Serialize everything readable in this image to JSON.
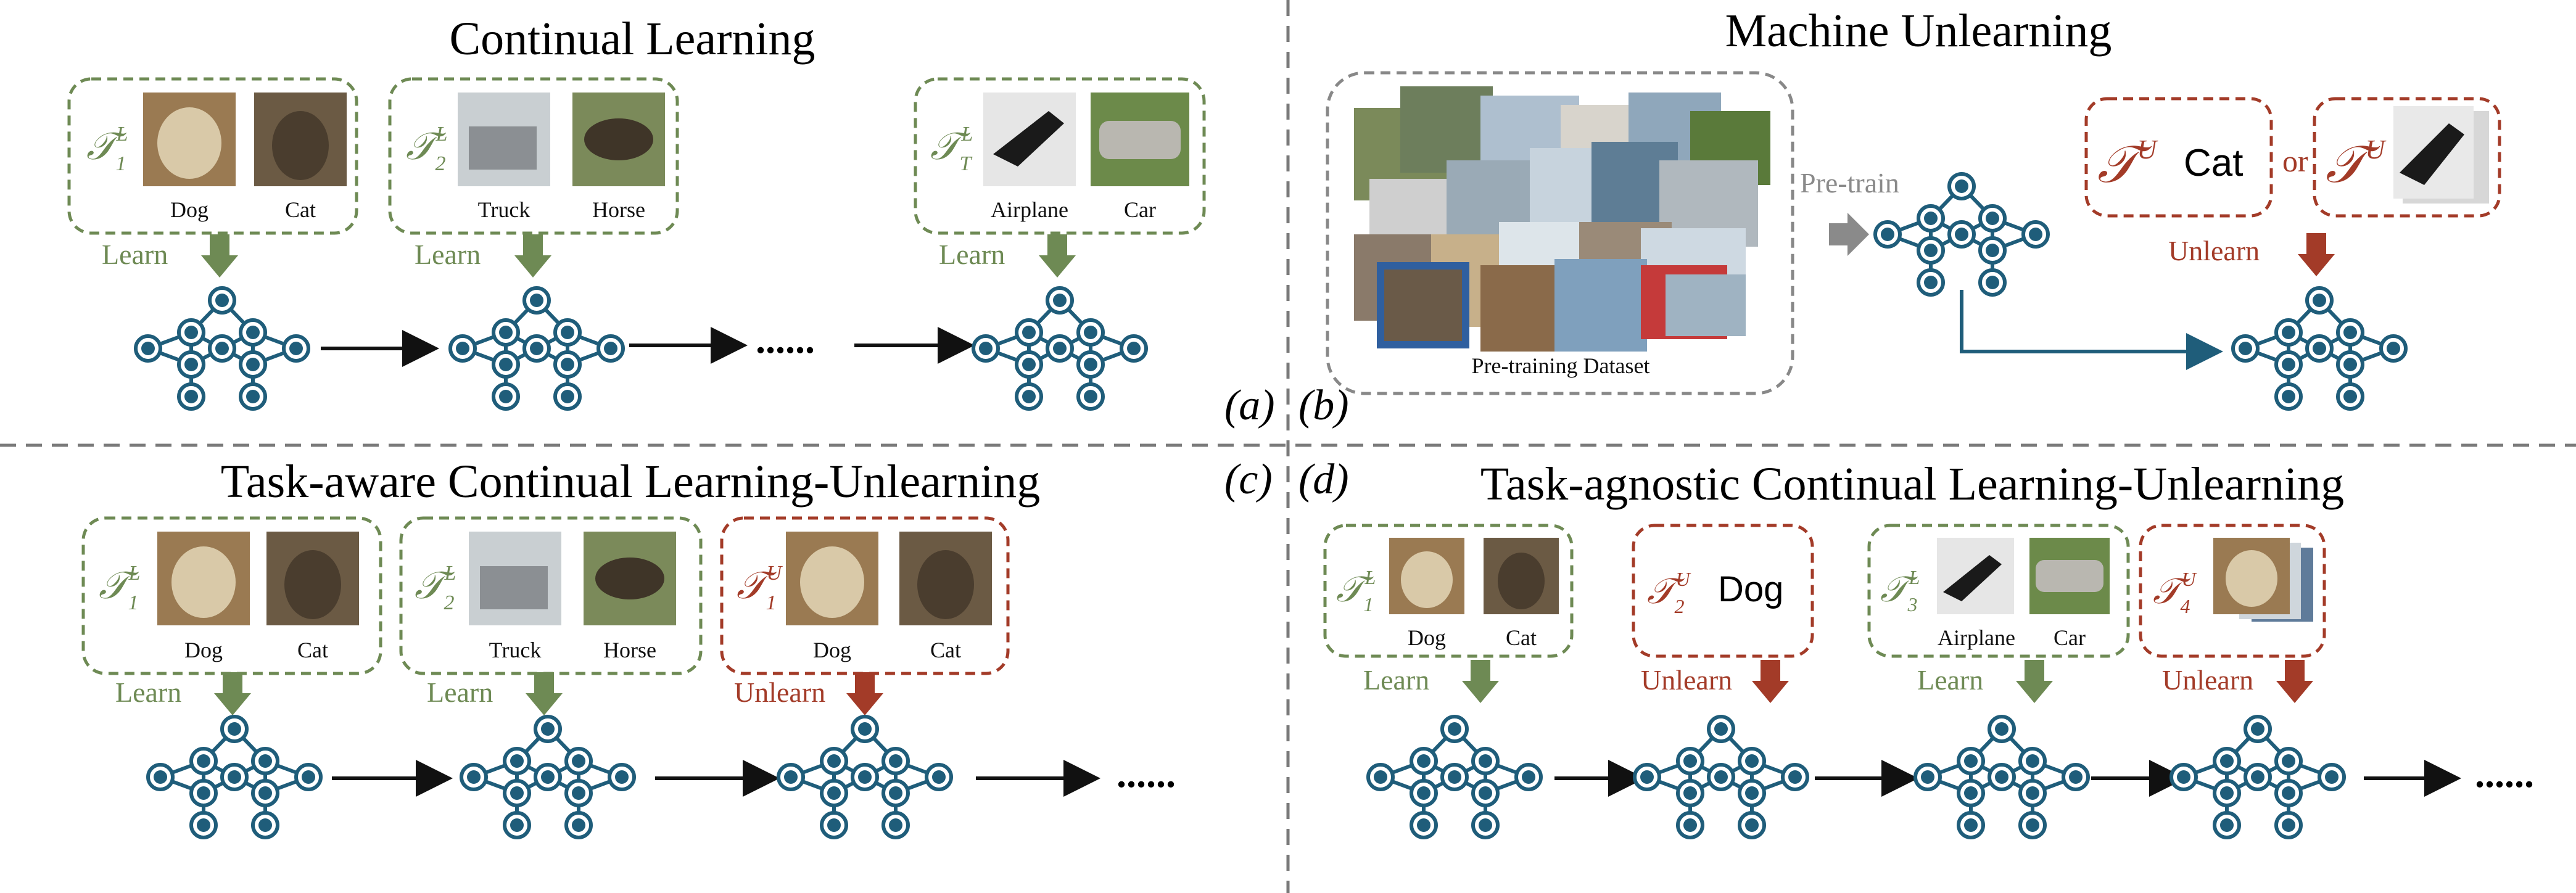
{
  "colors": {
    "learn": "#6e8a54",
    "unlearn": "#a33b28",
    "network": "#1f5d7a",
    "divider": "#7a7a7a",
    "pretrain_arrow": "#8a8a8a"
  },
  "panels": {
    "a": {
      "title": "Continual Learning",
      "tag": "(a)",
      "tasks": [
        {
          "sym": "𝒯",
          "sub": "1",
          "sup": "L",
          "items": [
            "Dog",
            "Cat"
          ]
        },
        {
          "sym": "𝒯",
          "sub": "2",
          "sup": "L",
          "items": [
            "Truck",
            "Horse"
          ]
        },
        {
          "sym": "𝒯",
          "sub": "T",
          "sup": "L",
          "items": [
            "Airplane",
            "Car"
          ]
        }
      ],
      "action": "Learn",
      "ellipsis": "......"
    },
    "b": {
      "title": "Machine Unlearning",
      "tag": "(b)",
      "dataset_caption": "Pre-training Dataset",
      "pretrain_label": "Pre-train",
      "forget_sym": "𝒯",
      "forget_sup": "U",
      "forget_word": "Cat",
      "or_label": "or",
      "action": "Unlearn"
    },
    "c": {
      "title": "Task-aware Continual Learning-Unlearning",
      "tag": "(c)",
      "tasks": [
        {
          "sym": "𝒯",
          "sub": "1",
          "sup": "L",
          "items": [
            "Dog",
            "Cat"
          ],
          "action": "Learn"
        },
        {
          "sym": "𝒯",
          "sub": "2",
          "sup": "L",
          "items": [
            "Truck",
            "Horse"
          ],
          "action": "Learn"
        },
        {
          "sym": "𝒯",
          "sub": "1",
          "sup": "U",
          "items": [
            "Dog",
            "Cat"
          ],
          "action": "Unlearn"
        }
      ],
      "ellipsis": "......"
    },
    "d": {
      "title": "Task-agnostic Continual Learning-Unlearning",
      "tag": "(d)",
      "tasks": [
        {
          "sym": "𝒯",
          "sub": "1",
          "sup": "L",
          "items": [
            "Dog",
            "Cat"
          ],
          "action": "Learn"
        },
        {
          "sym": "𝒯",
          "sub": "2",
          "sup": "U",
          "word": "Dog",
          "action": "Unlearn"
        },
        {
          "sym": "𝒯",
          "sub": "3",
          "sup": "L",
          "items": [
            "Airplane",
            "Car"
          ],
          "action": "Learn"
        },
        {
          "sym": "𝒯",
          "sub": "4",
          "sup": "U",
          "action": "Unlearn"
        }
      ],
      "ellipsis": "......"
    }
  }
}
